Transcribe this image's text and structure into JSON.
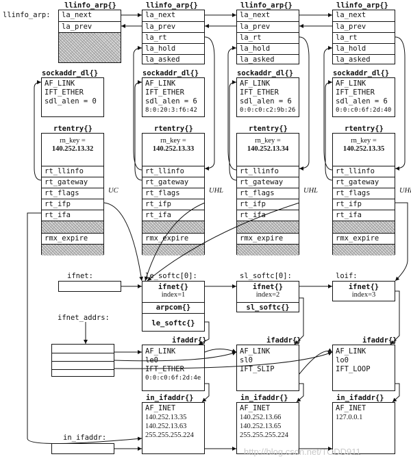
{
  "llinfo_arp": {
    "head_label": "llinfo_arp:",
    "title": "llinfo_arp{}",
    "head_fields": [
      "la_next",
      "la_prev"
    ],
    "fields": [
      "la_next",
      "la_prev",
      "la_rt",
      "la_hold",
      "la_asked"
    ]
  },
  "sockaddr_dl": {
    "title": "sockaddr_dl{}",
    "boxes": [
      {
        "family": "AF_LINK",
        "type": "IFT_ETHER",
        "alen": "sdl_alen = 0",
        "addr": ""
      },
      {
        "family": "AF_LINK",
        "type": "IFT_ETHER",
        "alen": "sdl_alen = 6",
        "addr": "8:0:20:3:f6:42"
      },
      {
        "family": "AF_LINK",
        "type": "IFT_ETHER",
        "alen": "sdl_alen = 6",
        "addr": "0:0:c0:c2:9b:26"
      },
      {
        "family": "AF_LINK",
        "type": "IFT_ETHER",
        "alen": "sdl_alen = 6",
        "addr": "0:0:c0:6f:2d:40"
      }
    ]
  },
  "rtentry": {
    "title": "rtentry{}",
    "key_label": "rn_key =",
    "keys": [
      "140.252.13.32",
      "140.252.13.33",
      "140.252.13.34",
      "140.252.13.35"
    ],
    "fields": [
      "rt_llinfo",
      "rt_gateway",
      "rt_flags",
      "rt_ifp",
      "rt_ifa"
    ],
    "expire": "rmx_expire",
    "flags": [
      "UC",
      "UHL",
      "UHL",
      "UHL"
    ]
  },
  "ifnet": {
    "head_label": "ifnet:",
    "softc_labels": [
      "le_softc[0]:",
      "sl_softc[0]:",
      "loif:"
    ],
    "title": "ifnet{}",
    "indexes": [
      "index=1",
      "index=2",
      "index=3"
    ],
    "arpcom": "arpcom{}",
    "le_softc": "le_softc{}",
    "sl_softc": "sl_softc{}"
  },
  "ifaddr": {
    "head_label": "ifnet_addrs:",
    "title": "ifaddr{}",
    "boxes": [
      {
        "family": "AF_LINK",
        "name": "le0",
        "type": "IFT_ETHER",
        "addr": "0:0:c0:6f:2d:4e"
      },
      {
        "family": "AF_LINK",
        "name": "sl0",
        "type": "IFT_SLIP",
        "addr": ""
      },
      {
        "family": "AF_LINK",
        "name": "lo0",
        "type": "IFT_LOOP",
        "addr": ""
      }
    ]
  },
  "in_ifaddr": {
    "head_label": "in_ifaddr:",
    "title": "in_ifaddr{}",
    "boxes": [
      {
        "family": "AF_INET",
        "lines": [
          "140.252.13.35",
          "140.252.13.63",
          "255.255.255.224"
        ]
      },
      {
        "family": "AF_INET",
        "lines": [
          "140.252.13.66",
          "140.252.13.65",
          "255.255.255.224"
        ]
      },
      {
        "family": "AF_INET",
        "lines": [
          "127.0.0.1"
        ]
      }
    ]
  },
  "watermark": "http://blog.csdn.net/TODD911"
}
